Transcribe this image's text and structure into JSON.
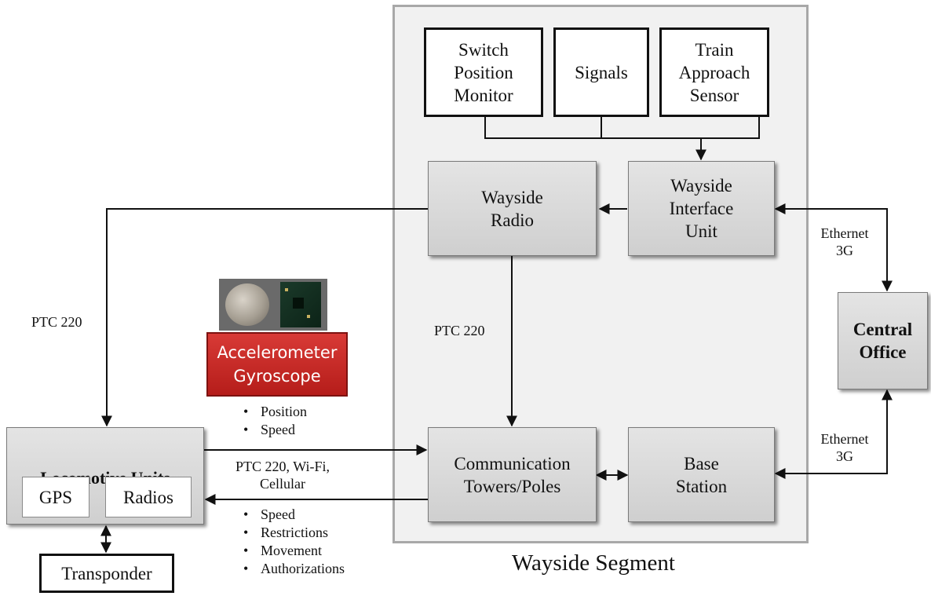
{
  "segment": {
    "title": "Wayside Segment"
  },
  "boxes": {
    "switch_monitor": "Switch\nPosition\nMonitor",
    "signals": "Signals",
    "train_approach": "Train\nApproach\nSensor",
    "wayside_radio": "Wayside\nRadio",
    "wayside_interface": "Wayside\nInterface\nUnit",
    "comm_towers": "Communication\nTowers/Poles",
    "base_station": "Base\nStation",
    "central_office": "Central\nOffice",
    "locomotive": {
      "title": "Locomotive Units",
      "gps": "GPS",
      "radios": "Radios"
    },
    "transponder": "Transponder"
  },
  "sensor": {
    "line1": "Accelerometer",
    "line2": "Gyroscope",
    "photo_icon": "coin-and-chip-photo"
  },
  "labels": {
    "ptc_left": "PTC 220",
    "ptc_mid": "PTC 220",
    "ethernet_top": "Ethernet\n3G",
    "ethernet_bottom": "Ethernet\n3G",
    "ptc_wifi": "PTC 220, Wi-Fi,\nCellular"
  },
  "sensor_outputs": [
    "Position",
    "Speed"
  ],
  "tower_outputs": [
    "Speed",
    "Restrictions",
    "Movement",
    "Authorizations"
  ],
  "colors": {
    "segment_bg": "#f1f1f1",
    "sensor_red": "#c22a26",
    "line": "#111111"
  }
}
